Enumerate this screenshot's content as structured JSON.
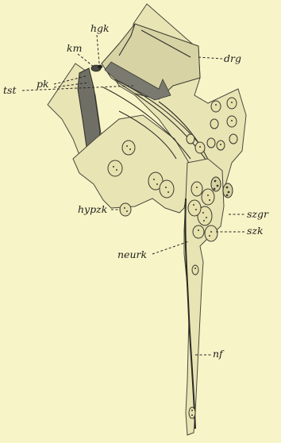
{
  "labels": {
    "hgk": "hgk",
    "km": "km",
    "drg": "drg",
    "pk": "pk",
    "tst": "tst",
    "hypzk": "hypzk",
    "szgr": "szgr",
    "szk": "szk",
    "neurk": "neurk",
    "nf": "nf"
  },
  "colors": {
    "paper": "#f7f4c8",
    "ink": "#2e2e28",
    "dark_cell": "#6f6f66"
  }
}
